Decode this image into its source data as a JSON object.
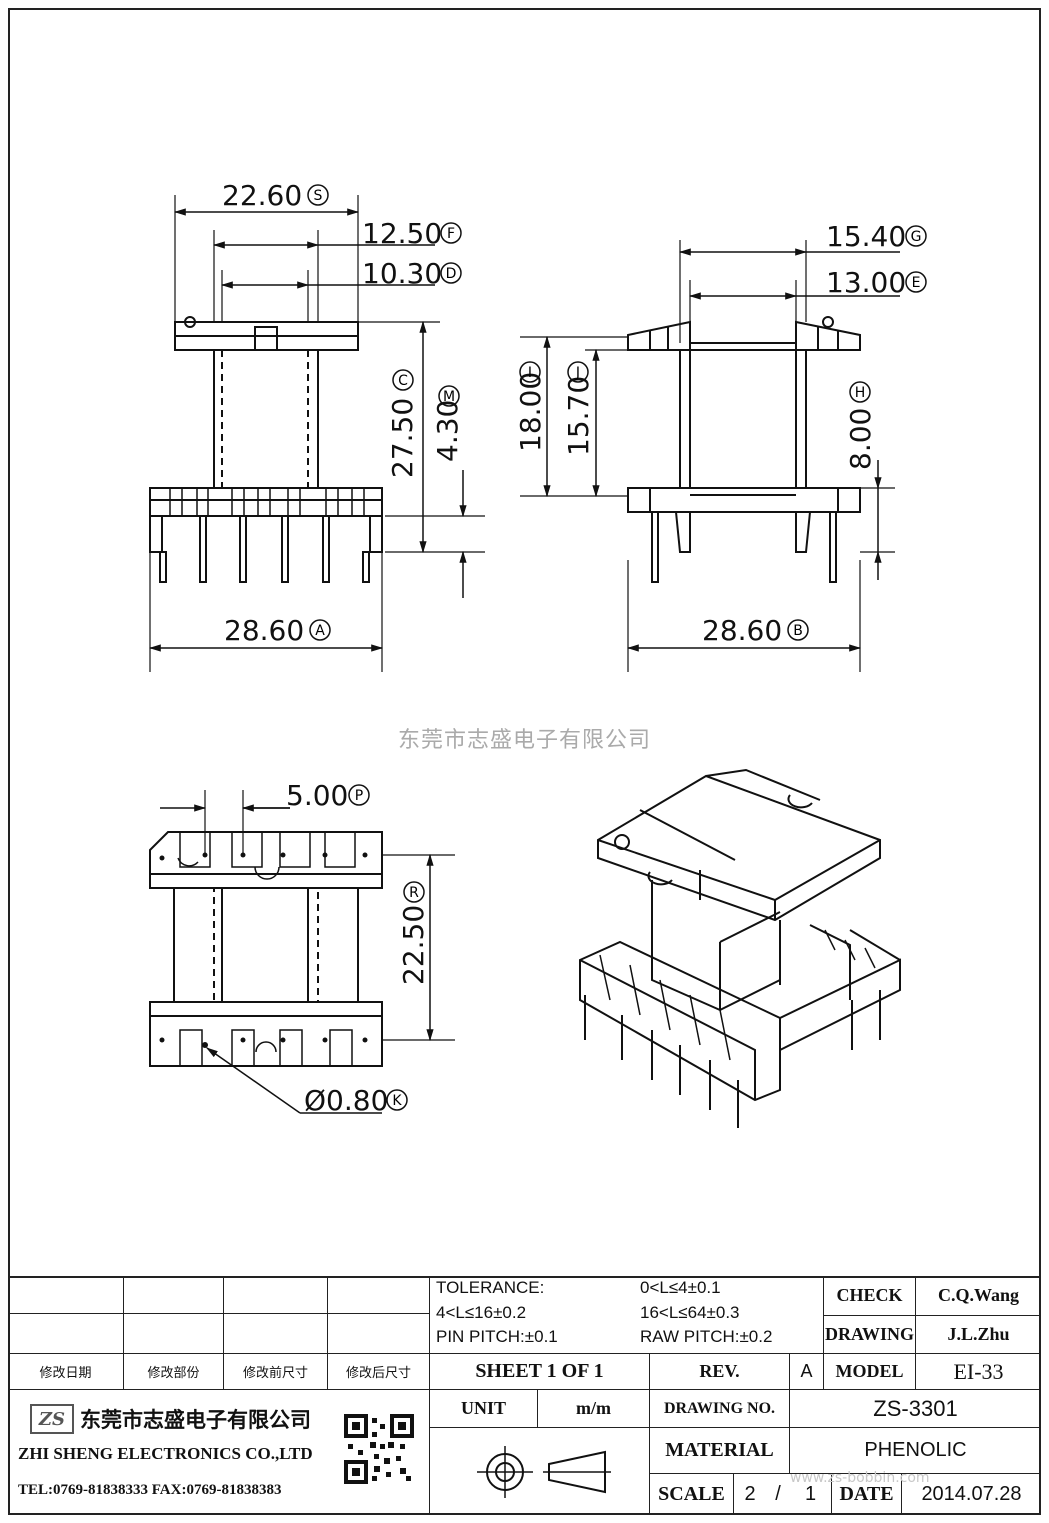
{
  "watermark": "东莞市志盛电子有限公司",
  "watermark_url": "www.zs-bobbin.com",
  "dimensions": {
    "s": "22.60",
    "f": "12.50",
    "d": "10.30",
    "c": "27.50",
    "m": "4.30",
    "a": "28.60",
    "g": "15.40",
    "e": "13.00",
    "i": "18.00",
    "j": "15.70",
    "h": "8.00",
    "b": "28.60",
    "p": "5.00",
    "r": "22.50",
    "k": "Ø0.80"
  },
  "markers": {
    "s": "S",
    "f": "F",
    "d": "D",
    "c": "C",
    "m": "M",
    "a": "A",
    "g": "G",
    "e": "E",
    "i": "I",
    "j": "J",
    "h": "H",
    "b": "B",
    "p": "P",
    "r": "R",
    "k": "K"
  },
  "title_block": {
    "tolerance_label": "TOLERANCE:",
    "tol_1": "0<L≤4±0.1",
    "tol_2": "4<L≤16±0.2",
    "tol_3": "16<L≤64±0.3",
    "pin_pitch": "PIN PITCH:±0.1",
    "raw_pitch": "RAW PITCH:±0.2",
    "check_label": "CHECK",
    "check_value": "C.Q.Wang",
    "drawing_label": "DRAWING",
    "drawing_value": "J.L.Zhu",
    "rev_date": "修改日期",
    "rev_part": "修改部份",
    "rev_before": "修改前尺寸",
    "rev_after": "修改后尺寸",
    "sheet": "SHEET 1 OF 1",
    "rev_label": "REV.",
    "rev_value": "A",
    "model_label": "MODEL",
    "model_value": "EI-33",
    "company_cn": "东莞市志盛电子有限公司",
    "company_en": "ZHI SHENG ELECTRONICS CO.,LTD",
    "contact": "TEL:0769-81838333 FAX:0769-81838383",
    "logo": "ZS",
    "unit_label": "UNIT",
    "unit_value": "m/m",
    "drawing_no_label": "DRAWING NO.",
    "drawing_no_value": "ZS-3301",
    "material_label": "MATERIAL",
    "material_value": "PHENOLIC",
    "scale_label": "SCALE",
    "scale_a": "2",
    "scale_sep": "/",
    "scale_b": "1",
    "date_label": "DATE",
    "date_value": "2014.07.28"
  }
}
